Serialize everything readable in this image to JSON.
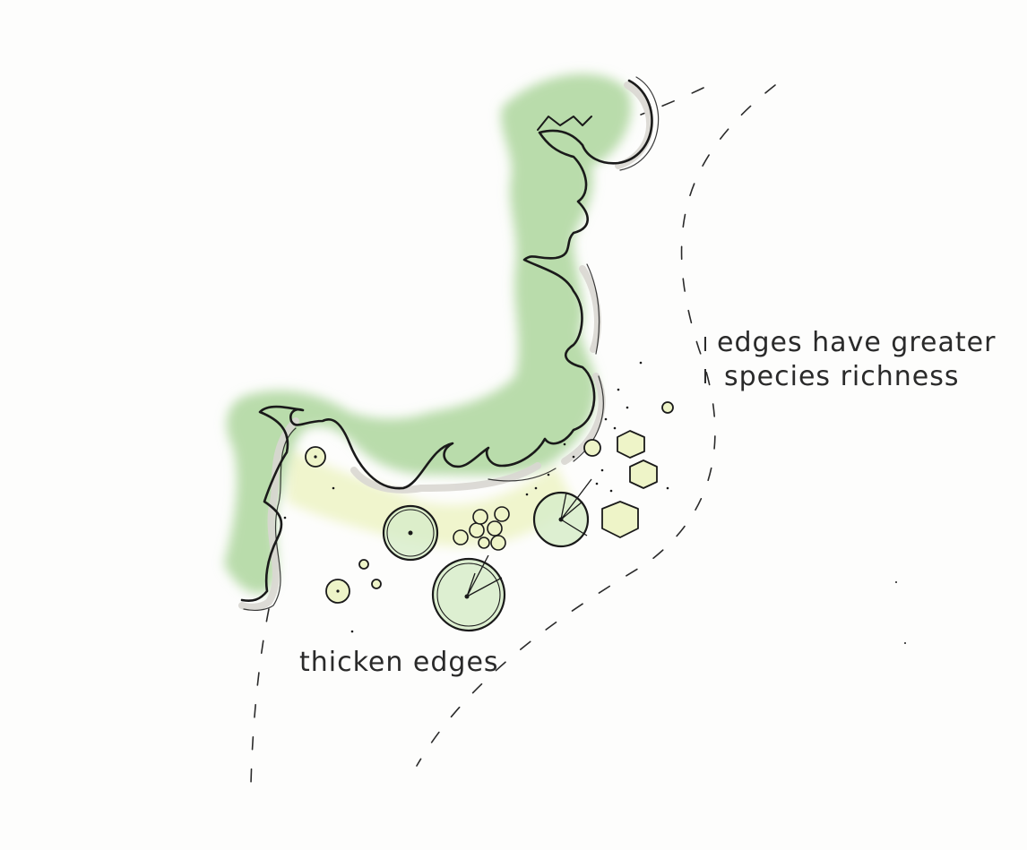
{
  "annotations": {
    "species": {
      "line1": "edges have greater",
      "line2": "species richness"
    },
    "thicken": "thicken edges"
  },
  "colors": {
    "foliage": "#b9dcab",
    "foliage_light": "#d7ecc9",
    "understory": "#eef4c8",
    "ink": "#1a1a1a",
    "shadow": "#d9d7d2"
  },
  "icons": {
    "woodland_edge": "scalloped-tree-canopy",
    "dashed_boundary": "dashed-path",
    "large_trees": "circle-tree-with-slice",
    "shrub_clusters": "small-circle-cluster",
    "hexagon_plants": "hexagon-plant"
  }
}
